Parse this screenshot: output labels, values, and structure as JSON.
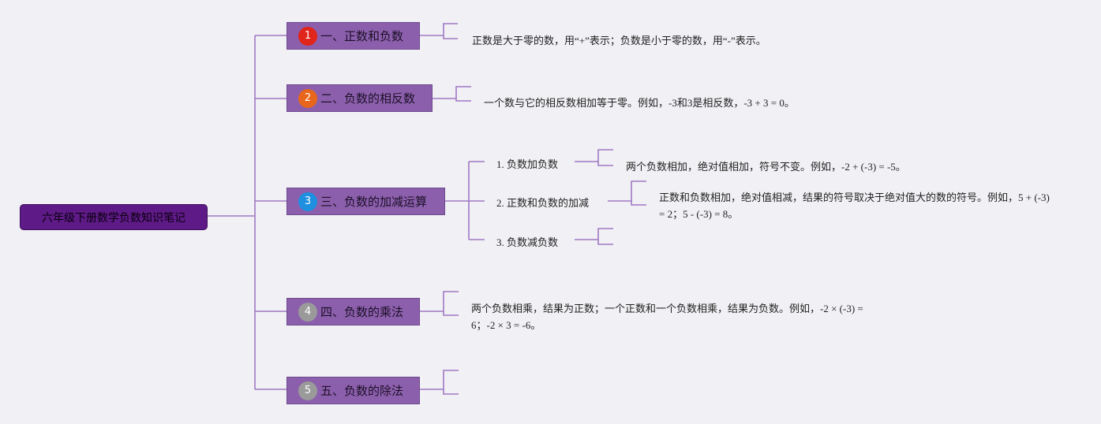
{
  "root": {
    "title": "六年级下册数学负数知识笔记"
  },
  "topics": [
    {
      "number": "1",
      "title": "一、正数和负数",
      "badge_color": "#e0251b",
      "note": "正数是大于零的数，用“+”表示；负数是小于零的数，用“-”表示。"
    },
    {
      "number": "2",
      "title": "二、负数的相反数",
      "badge_color": "#e8661b",
      "note": "一个数与它的相反数相加等于零。例如，-3和3是相反数，-3 + 3 = 0。"
    },
    {
      "number": "3",
      "title": "三、负数的加减运算",
      "badge_color": "#1f8fe0",
      "subtopics": [
        {
          "title": "1. 负数加负数",
          "note": "两个负数相加，绝对值相加，符号不变。例如，-2 + (-3) = -5。"
        },
        {
          "title": "2. 正数和负数的加减",
          "note": "正数和负数相加，绝对值相减，结果的符号取决于绝对值大的数的符号。例如，5 + (-3) = 2；5 - (-3) = 8。"
        },
        {
          "title": "3. 负数减负数",
          "note": ""
        }
      ]
    },
    {
      "number": "4",
      "title": "四、负数的乘法",
      "badge_color": "#9a9a9a",
      "note": "两个负数相乘，结果为正数；一个正数和一个负数相乘，结果为负数。例如，-2 × (-3) = 6；-2 × 3 = -6。"
    },
    {
      "number": "5",
      "title": "五、负数的除法",
      "badge_color": "#9a9a9a",
      "note": ""
    }
  ],
  "colors": {
    "connector": "#9f78c4",
    "root_fill": "#5e1a86",
    "topic_fill": "#8c5fac"
  }
}
